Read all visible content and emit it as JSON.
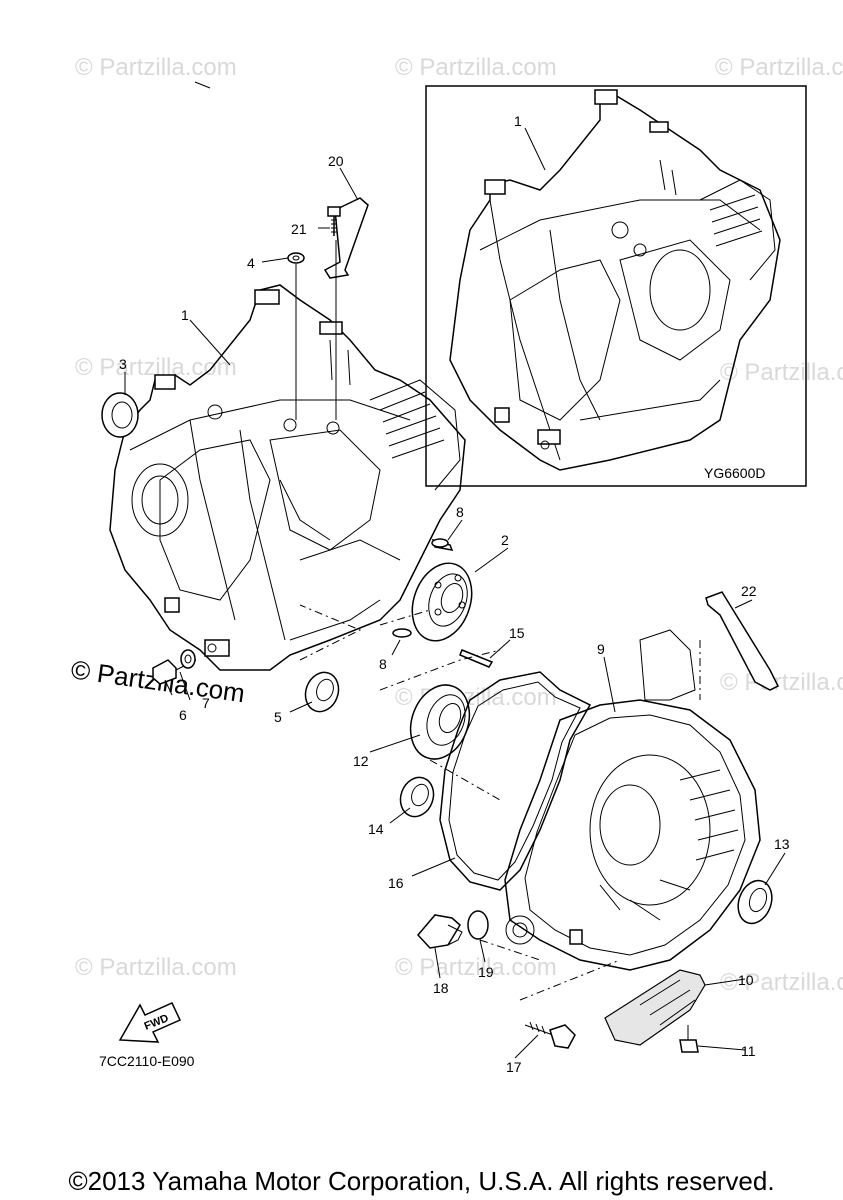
{
  "watermark": "© Partzilla.com",
  "watermark_big": "© Partzilla.com",
  "inset_code": "YG6600D",
  "diagram_code": "7CC2110-E090",
  "fwd_label": "FWD",
  "copyright": "©2013 Yamaha Motor Corporation, U.S.A. All rights reserved.",
  "callouts": {
    "n1_inset": "1",
    "n1": "1",
    "n2": "2",
    "n3": "3",
    "n4": "4",
    "n5": "5",
    "n6": "6",
    "n7": "7",
    "n8a": "8",
    "n8b": "8",
    "n9": "9",
    "n10": "10",
    "n11": "11",
    "n12": "12",
    "n13": "13",
    "n14": "14",
    "n15": "15",
    "n16": "16",
    "n17": "17",
    "n18": "18",
    "n19": "19",
    "n20": "20",
    "n21": "21",
    "n22": "22"
  }
}
